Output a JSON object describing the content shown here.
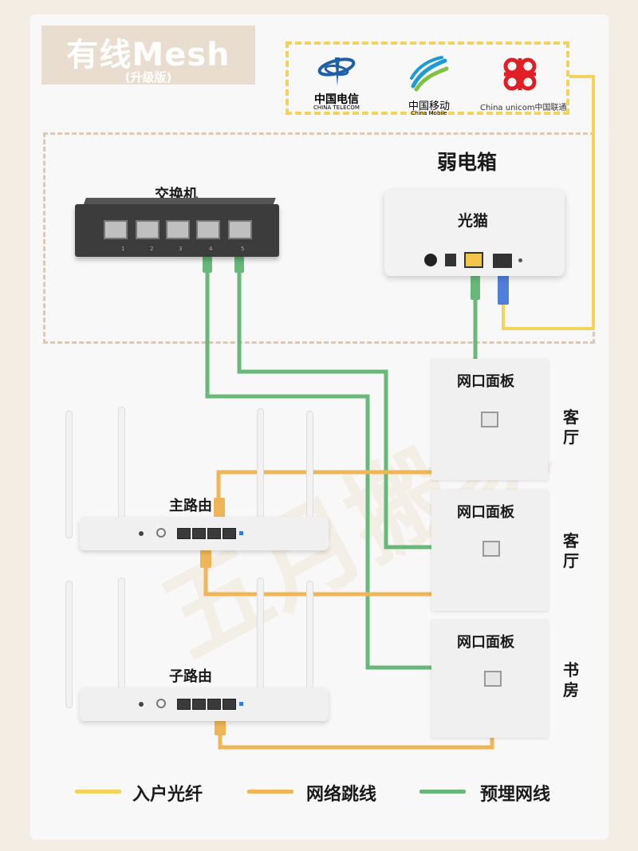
{
  "title": {
    "main": "有线Mesh",
    "sub": "(升级版)"
  },
  "isps": [
    {
      "name": "中国电信",
      "sub": "CHINA TELECOM",
      "color": "#1f5fa8"
    },
    {
      "name": "中国移动",
      "sub": "China Mobile",
      "color": "#1e9bd7"
    },
    {
      "name": "China unicom中国联通",
      "color": "#e01e25"
    }
  ],
  "labels": {
    "weak_box": "弱电箱",
    "switch": "交换机",
    "modem": "光猫",
    "main_router": "主路由",
    "sub_router": "子路由"
  },
  "switch_port_numbers": [
    "1",
    "2",
    "3",
    "4",
    "5"
  ],
  "panels": [
    {
      "title": "网口面板",
      "room": "客厅"
    },
    {
      "title": "网口面板",
      "room": "客厅"
    },
    {
      "title": "网口面板",
      "room": "书房"
    }
  ],
  "legend": [
    {
      "label": "入户光纤",
      "color": "#f3d35c"
    },
    {
      "label": "网络跳线",
      "color": "#efb556"
    },
    {
      "label": "预埋网线",
      "color": "#68b87a"
    }
  ],
  "watermark": "五月搬家",
  "colors": {
    "fiber": "#f3d35c",
    "patch": "#efb556",
    "embedded": "#68b87a",
    "blue_connector": "#4f7fd9"
  }
}
